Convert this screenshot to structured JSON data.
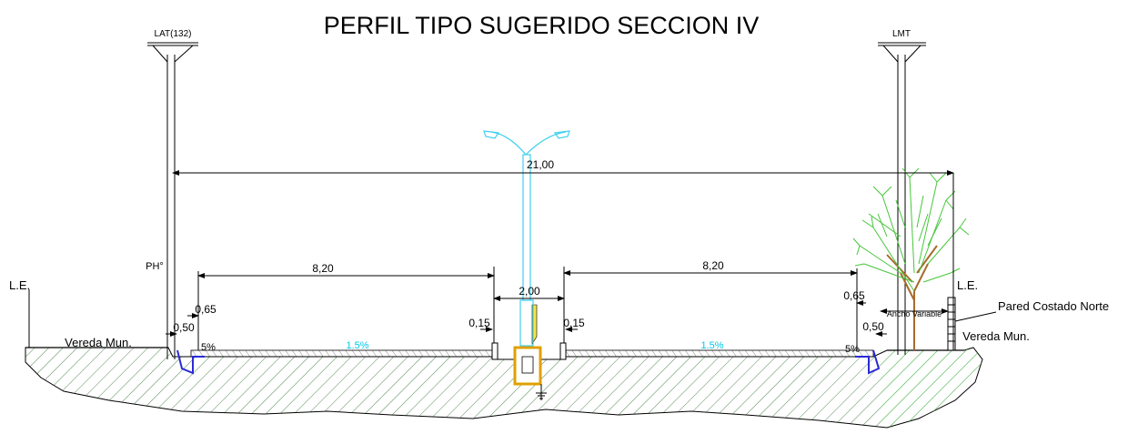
{
  "title": "PERFIL TIPO  SUGERIDO SECCION IV",
  "poles": {
    "left_label": "LAT(132)",
    "right_label": "LMT",
    "left_code": "PH°"
  },
  "labels": {
    "le_left": "L.E.",
    "le_right": "L.E.",
    "vereda_left": "Vereda Mun.",
    "vereda_right": "Vereda Mun.",
    "pared": "Pared Costado Norte",
    "ancho_variable": "Ancho Variable"
  },
  "dimensions": {
    "total": "21,00",
    "lane_left": "8,20",
    "lane_right": "8,20",
    "median": "2,00",
    "gutter_left_065": "0,65",
    "gutter_right_065": "0,65",
    "gutter_left_050": "0,50",
    "gutter_right_050": "0,50",
    "curb_left": "0,15",
    "curb_right": "0,15"
  },
  "slopes": {
    "lane_left": "1.5%",
    "lane_right": "1.5%",
    "gutter_left": "5%",
    "gutter_right": "5%"
  },
  "colors": {
    "slope_text": "#00c8e8",
    "lamp": "#3fd0ee",
    "tree": "#46c63a",
    "trunk": "#a86a2c",
    "hatch": "#2a6a2a",
    "tree_hatch": "#55cc55",
    "box": "#e0a000",
    "conduit": "#f2e64a",
    "gutter": "#2a2ad6"
  }
}
